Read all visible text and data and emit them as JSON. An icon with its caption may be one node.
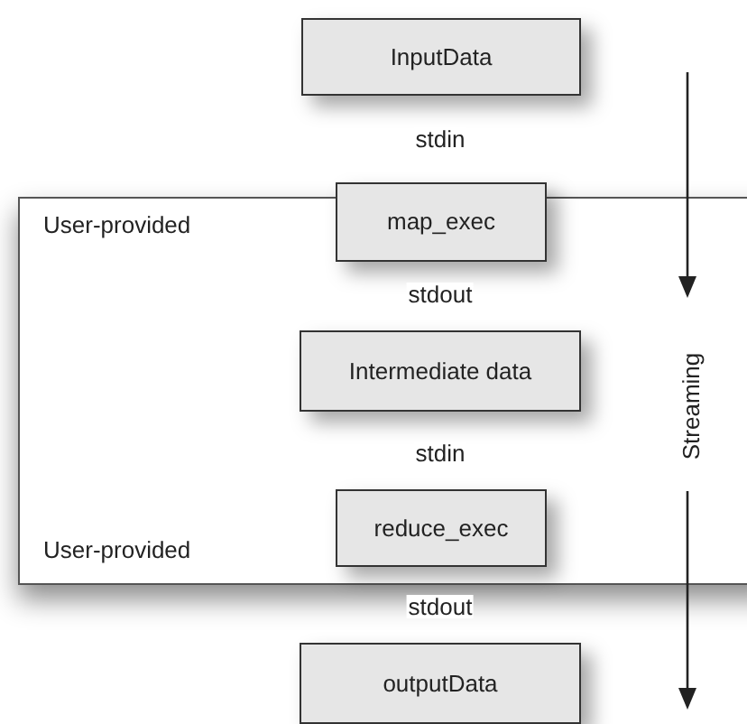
{
  "diagram": {
    "nodes": [
      {
        "text": [
          "InputData"
        ]
      },
      {
        "text": [
          "User-provided",
          "User-provided"
        ]
      },
      {
        "text": [
          "map_exec"
        ]
      },
      {
        "text": [
          "Intermediate data"
        ],
        "in": 1
      },
      {
        "text": [
          "reduce_exec"
        ],
        "in": 1
      },
      {
        "text": [
          "outputData"
        ]
      }
    ],
    "labels": [
      "stdin",
      "stdout",
      "Streaming",
      "stdin",
      "stdout"
    ]
  }
}
